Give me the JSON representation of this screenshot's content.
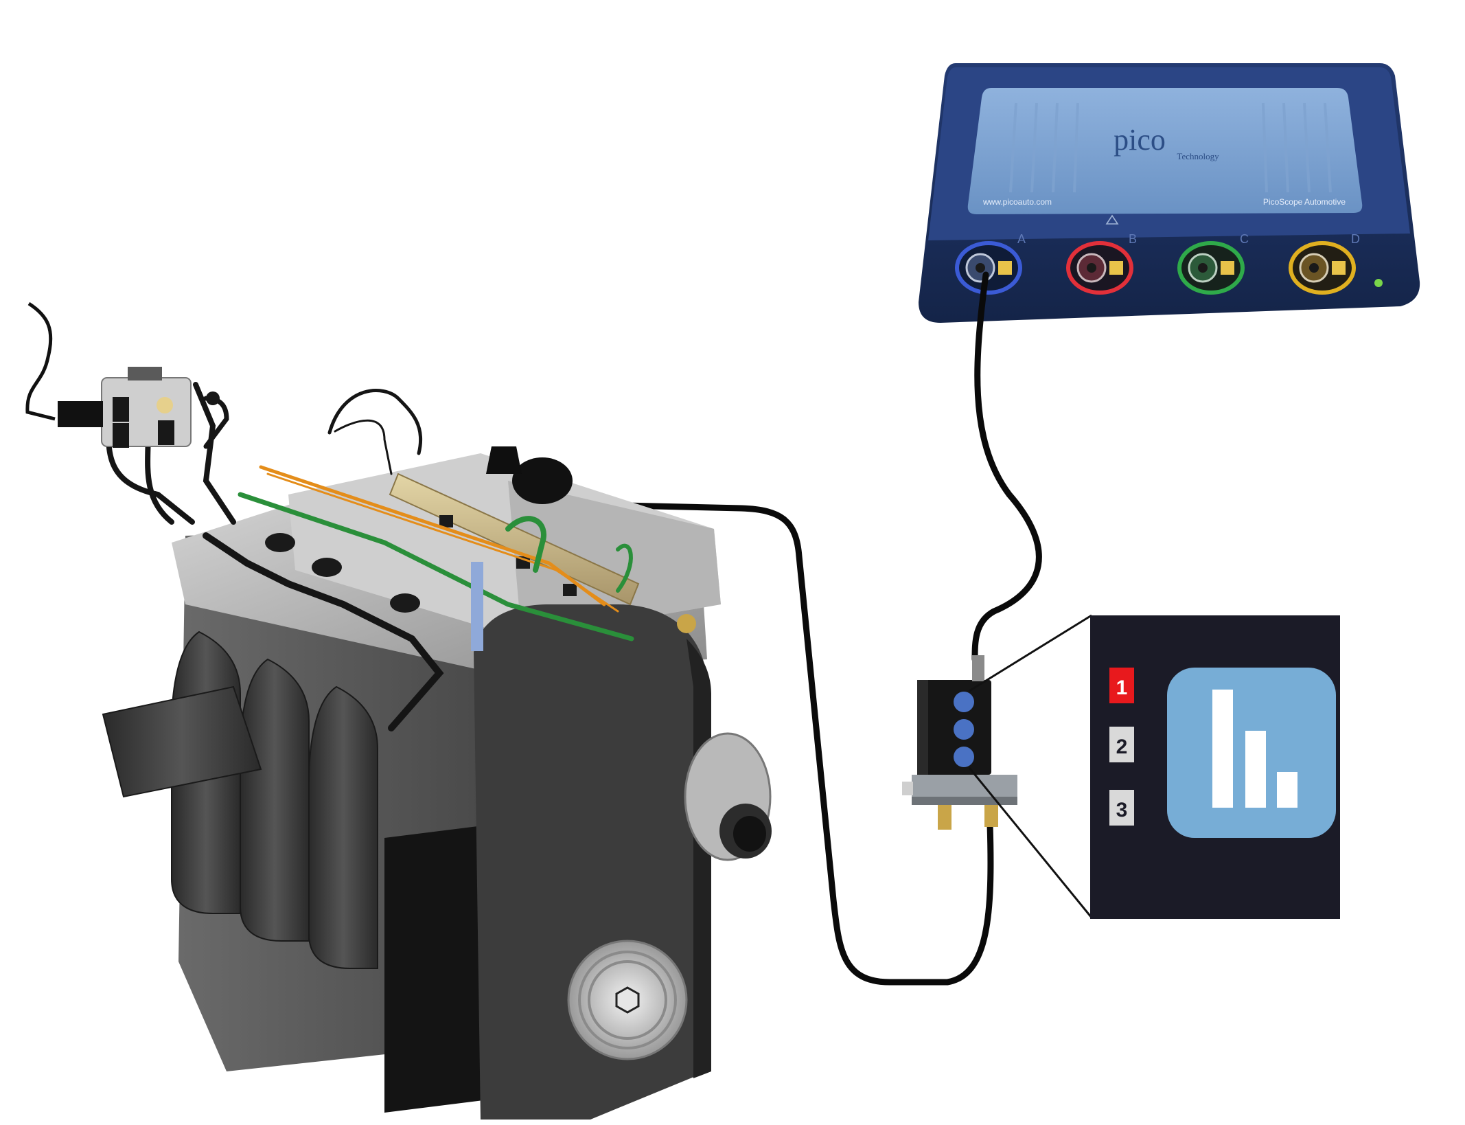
{
  "scope": {
    "brand": "pico",
    "brand_sub": "Technology",
    "website": "www.picoauto.com",
    "model": "PicoScope Automotive",
    "channels": [
      {
        "label": "A",
        "color": "#3b5bd6"
      },
      {
        "label": "B",
        "color": "#e2303a"
      },
      {
        "label": "C",
        "color": "#2faa4a"
      },
      {
        "label": "D",
        "color": "#e0b020"
      }
    ]
  },
  "inset": {
    "items": [
      {
        "label": "1",
        "selected": true
      },
      {
        "label": "2",
        "selected": false
      },
      {
        "label": "3",
        "selected": false
      }
    ],
    "icon": "bar-chart-icon",
    "colors": {
      "panel": "#1b1b27",
      "selected": "#e8191d",
      "unselected": "#d9d9d9",
      "icon_bg": "#77add6"
    }
  }
}
